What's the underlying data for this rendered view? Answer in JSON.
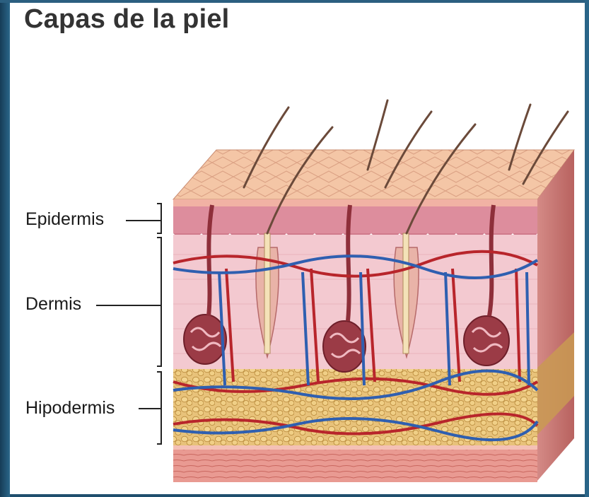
{
  "title": "Capas de la piel",
  "labels": {
    "epidermis": "Epidermis",
    "dermis": "Dermis",
    "hipodermis": "Hipodermis"
  },
  "colors": {
    "frame": "#1f4f6e",
    "epidermis": "#d98c9c",
    "dermis": "#f2c6cf",
    "hypodermis": "#e0b45e",
    "muscle": "#e28b85",
    "artery": "#b8252b",
    "vein": "#2f5fb0",
    "hair": "#6b4a3a"
  }
}
